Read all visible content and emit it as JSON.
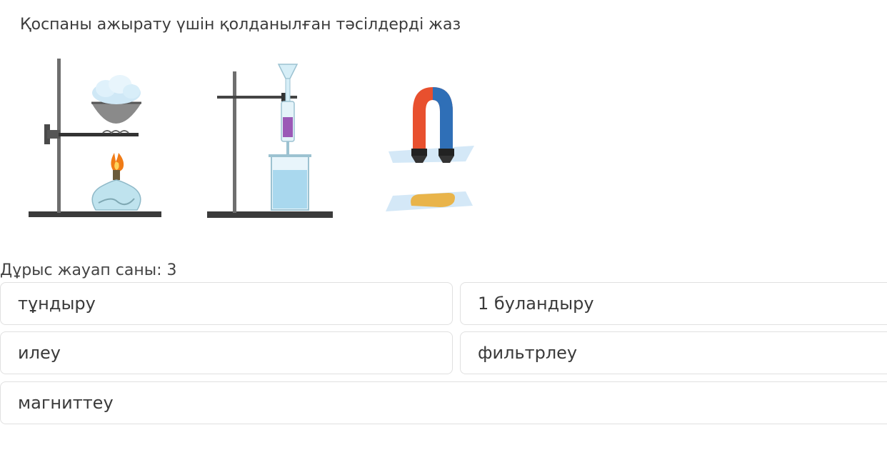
{
  "question": {
    "title": "Қоспаны ажырату үшін қолданылған тәсілдерді жаз",
    "answer_count_label": "Дұрыс жауап саны: 3"
  },
  "illustrations": [
    {
      "icon": "evaporation-setup-icon"
    },
    {
      "icon": "filtration-setup-icon"
    },
    {
      "icon": "magnet-separation-icon"
    }
  ],
  "options": [
    {
      "label": "тұндыру"
    },
    {
      "label": "1 буландыру"
    },
    {
      "label": "илеу"
    },
    {
      "label": "фильтрлеу"
    },
    {
      "label": "магниттеу"
    }
  ],
  "colors": {
    "option_border": "#e0e0e0",
    "text": "#3a3a3a",
    "magnet_red": "#e8502e",
    "magnet_blue": "#2f6fb7",
    "liquid_purple": "#9b59b6",
    "flame_orange": "#f07b16"
  }
}
